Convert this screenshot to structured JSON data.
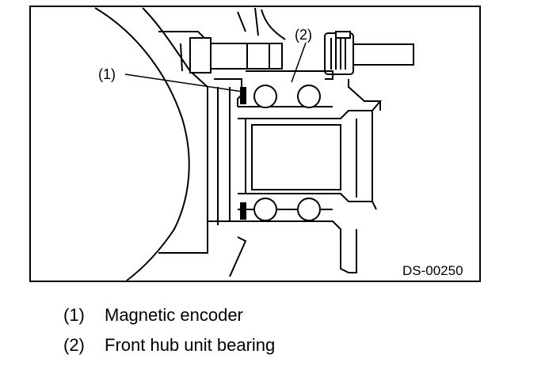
{
  "figure": {
    "callouts": [
      {
        "label": "(1)"
      },
      {
        "label": "(2)"
      }
    ],
    "code": "DS-00250"
  },
  "legend": [
    {
      "num": "(1)",
      "text": "Magnetic encoder"
    },
    {
      "num": "(2)",
      "text": "Front hub unit bearing"
    }
  ]
}
